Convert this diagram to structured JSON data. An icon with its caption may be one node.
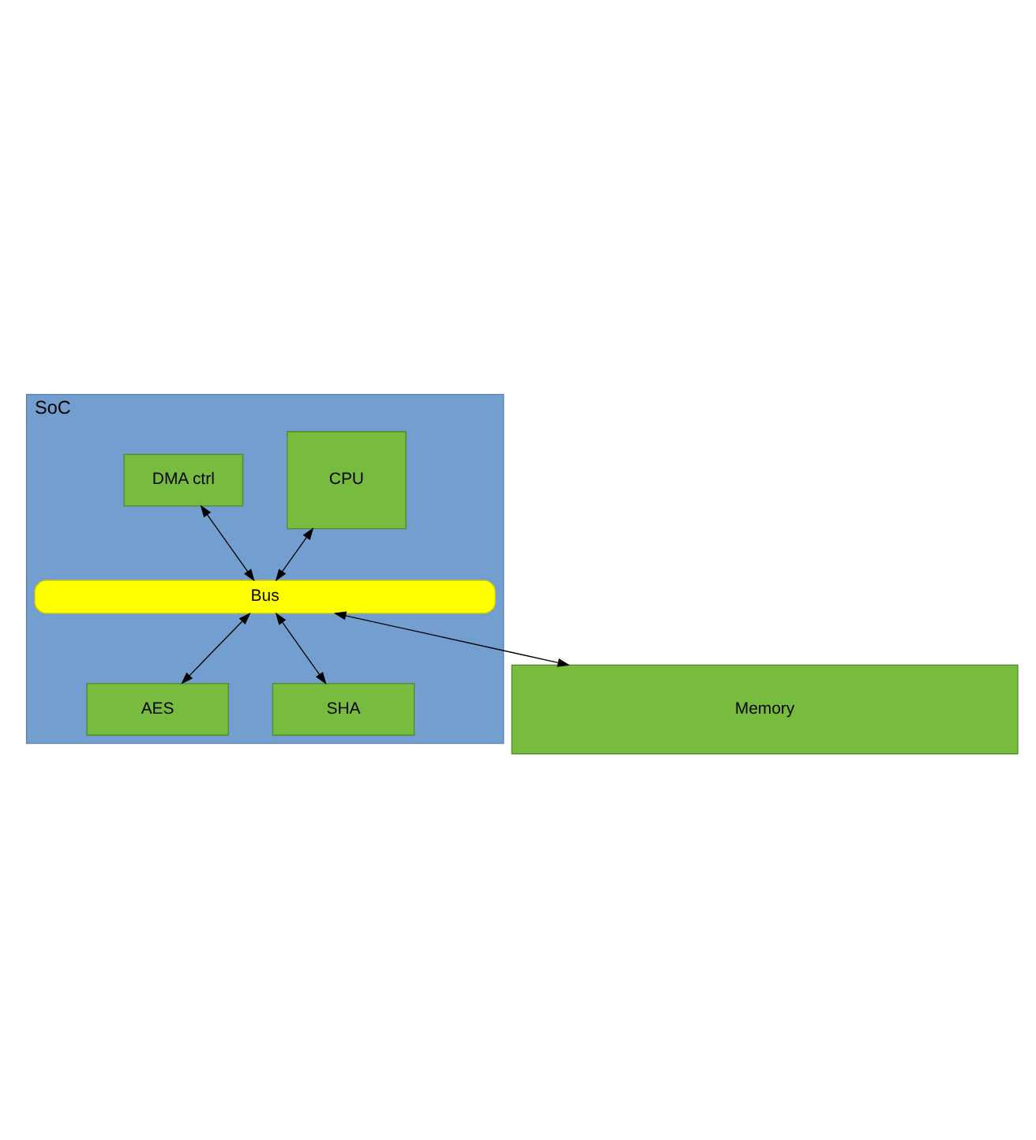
{
  "diagram": {
    "nodes": [
      {
        "text": [
          "SoC"
        ]
      },
      {
        "text": [
          "CPU"
        ],
        "in": 0
      },
      {
        "text": [
          "DMA ctrl"
        ],
        "in": 0
      },
      {
        "text": [
          "Bus"
        ],
        "in": 0
      },
      {
        "text": [
          "AES"
        ],
        "in": 0
      },
      {
        "text": [
          "SHA"
        ],
        "in": 0
      },
      {
        "text": [
          "Memory"
        ]
      }
    ],
    "edges": [
      {
        "from": 1,
        "to": 3,
        "arrow": "both"
      },
      {
        "from": 2,
        "to": 3,
        "arrow": "both"
      },
      {
        "from": 3,
        "to": 4,
        "arrow": "both"
      },
      {
        "from": 3,
        "to": 5,
        "arrow": "both"
      },
      {
        "from": 3,
        "to": 6,
        "arrow": "both"
      }
    ]
  }
}
